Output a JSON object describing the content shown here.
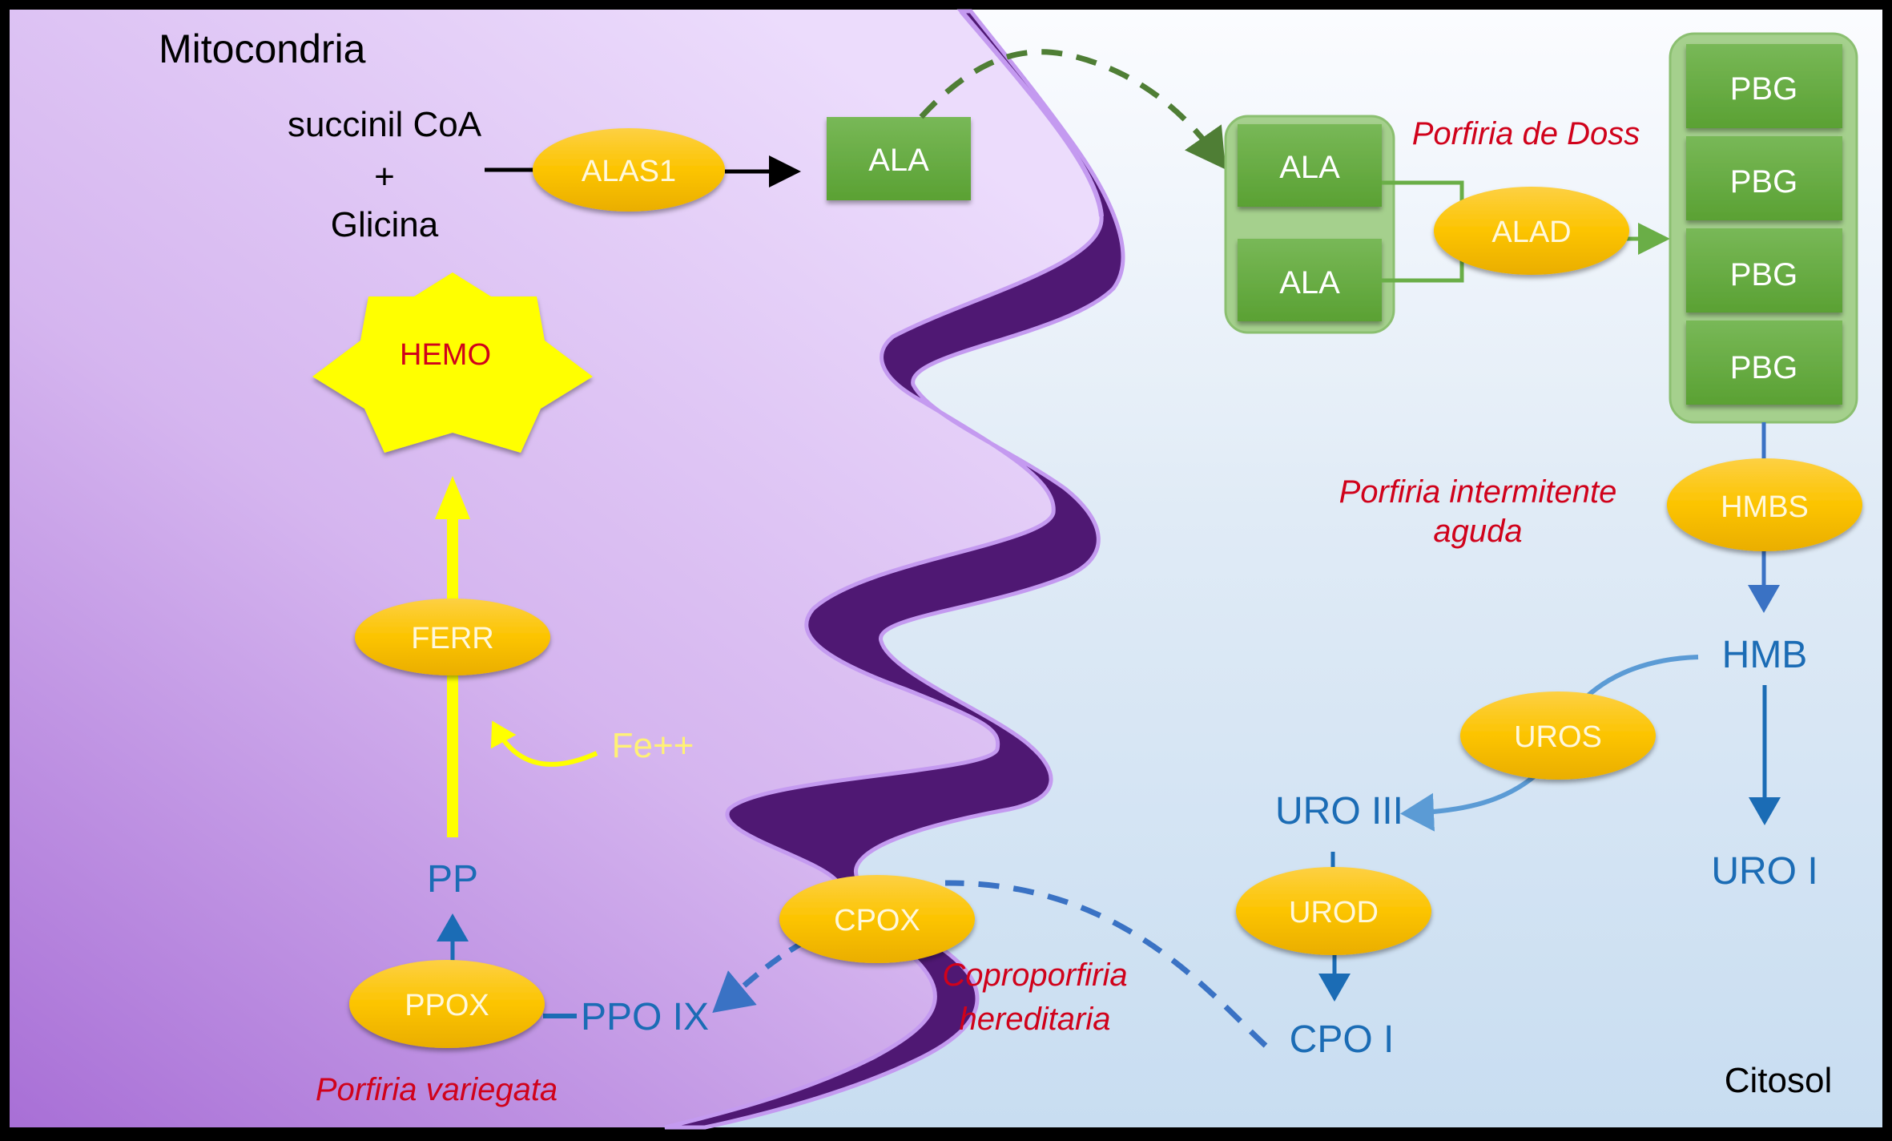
{
  "diagram": {
    "title_regions": {
      "mitochondria": "Mitocondria",
      "cytosol": "Citosol"
    },
    "substrates": {
      "succinyl": "succinil CoA",
      "plus": "+",
      "glycine": "Glicina"
    },
    "enzymes": {
      "alas1": "ALAS1",
      "alad": "ALAD",
      "hmbs": "HMBS",
      "uros": "UROS",
      "urod": "UROD",
      "cpox": "CPOX",
      "ppox": "PPOX",
      "ferr": "FERR"
    },
    "metabolites": {
      "ala_mito": "ALA",
      "ala_cyto": [
        "ALA",
        "ALA"
      ],
      "pbg": [
        "PBG",
        "PBG",
        "PBG",
        "PBG"
      ],
      "hmb": "HMB",
      "uro3": "URO III",
      "uro1": "URO I",
      "cpo1": "CPO I",
      "ppo9": "PPO IX",
      "pp": "PP",
      "iron": "Fe++",
      "heme": "HEMO"
    },
    "diseases": {
      "doss": "Porfiria de Doss",
      "aip_line1": "Porfiria intermitente",
      "aip_line2": "aguda",
      "hcp_line1": "Coproporfiria",
      "hcp_line2": "hereditaria",
      "vp": "Porfiria variegata"
    },
    "colors": {
      "enzyme": "#f8c200",
      "metabolite_box": "#62a83a",
      "group_box": "#a5d08d",
      "membrane": "#4f1873",
      "membrane_edge": "#c49af0",
      "heme_star": "#ffff00",
      "pathway_blue": "#1b6cb5",
      "disease_red": "#d0021b",
      "dashed_green": "#4f7e35"
    }
  }
}
